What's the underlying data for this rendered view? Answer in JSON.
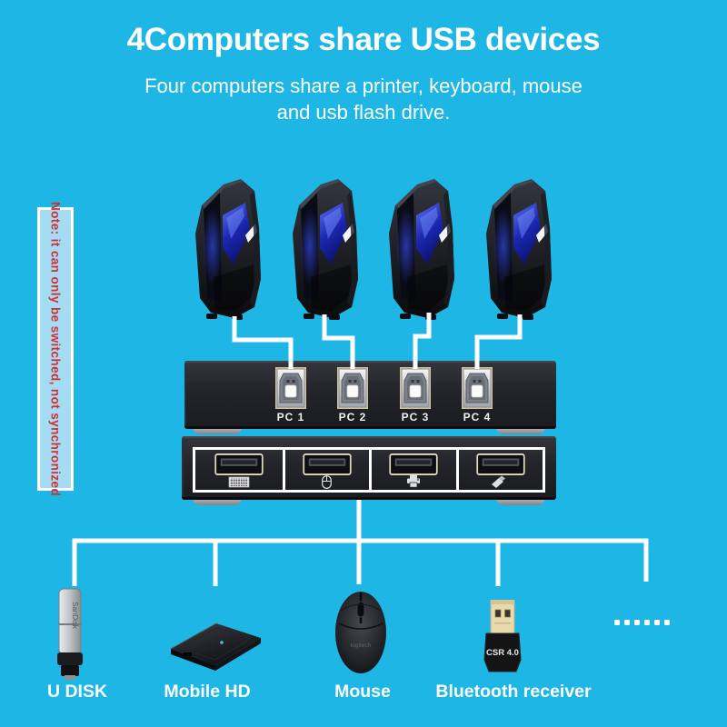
{
  "colors": {
    "background": "#1eb6e4",
    "note_text_red": "#d22f2f",
    "note_bg_lightblue": "#a5dcf3",
    "line_white": "#ffffff",
    "tower_glow_blue": "#2a3fd4"
  },
  "header": {
    "title": "4Computers share USB devices",
    "subtitle_line1": "Four computers share a printer, keyboard, mouse",
    "subtitle_line2": "and usb flash drive."
  },
  "note": {
    "text": "Note: it can only be switched, not synchronized"
  },
  "kvm_switch": {
    "input_ports": [
      {
        "label": "PC 1"
      },
      {
        "label": "PC 2"
      },
      {
        "label": "PC 3"
      },
      {
        "label": "PC 4"
      }
    ],
    "output_ports": [
      {
        "icon": "keyboard-icon"
      },
      {
        "icon": "mouse-icon"
      },
      {
        "icon": "printer-icon"
      },
      {
        "icon": "flash-drive-icon"
      }
    ]
  },
  "shared_devices": {
    "udisk": {
      "label": "U DISK",
      "brand": "SanDisk"
    },
    "mobile_hd": {
      "label": "Mobile HD"
    },
    "mouse": {
      "label": "Mouse",
      "brand": "logitech"
    },
    "bluetooth": {
      "label": "Bluetooth receiver",
      "badge": "CSR 4.0"
    },
    "more": {
      "dots": "......"
    }
  }
}
